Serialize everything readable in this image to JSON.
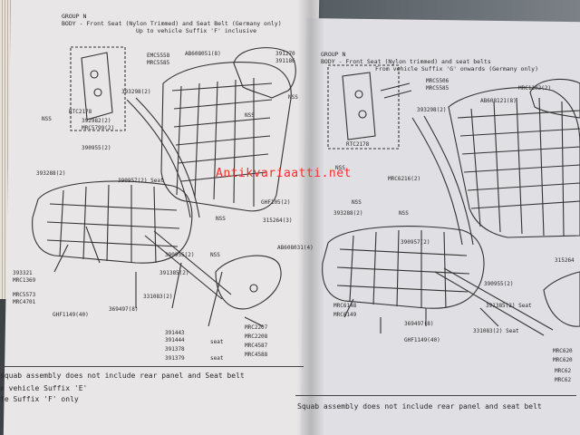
{
  "watermark": "Antikvariaatti.net",
  "left_page": {
    "group": "GROUP N",
    "title": "BODY - Front Seat (Nylon Trimmed) and  Seat Belt   (Germany only)",
    "subtitle": "Up to vehicle Suffix 'F' inclusive",
    "callouts": [
      "391270",
      "391186",
      "EMC5558",
      "MRC5585",
      "AB608051(8)",
      "393298(2)",
      "NSS",
      "NSS",
      "RTC2178",
      "392982(2)",
      "MRC5799(2)",
      "390955(2)",
      "NSS",
      "393288(2)",
      "390957(2) Seat",
      "GHF105(2)",
      "315264(3)",
      "NSS",
      "390955(2)",
      "NSS",
      "AB608031(4)",
      "391385(2)",
      "331083(2)",
      "369497(8)",
      "393321",
      "MRC1369",
      "MRC5573",
      "MRC4701",
      "GHF1149(40)",
      "391443",
      "391444",
      "391378",
      "391379",
      "seat",
      "seat",
      "MRC2207",
      "MRC2208",
      "MRC4587",
      "MRC4588"
    ],
    "notes": [
      "squab assembly does not include rear panel and Seat belt",
      "e vehicle Suffix 'E'",
      "fe Suffix 'F' only"
    ]
  },
  "right_page": {
    "group": "GROUP N",
    "title": "BODY - Front Seat (Nylon trimmed) and seat belts",
    "subtitle": "From vehicle Suffix 'G' onwards (Germany only)",
    "callouts": [
      "MRC5506",
      "MRC5585",
      "AB608121(8)",
      "MRC1102(2)",
      "393298(2)",
      "RTC2178",
      "NSS",
      "MRC6216(2)",
      "NSS",
      "NSS",
      "393288(2)",
      "390957(2)",
      "315264",
      "390955(2)",
      "MRC6148",
      "MRC6149",
      "369497(8)",
      "391385(2) Seat",
      "331083(2) Seat",
      "GHF1149(40)",
      "MRC620",
      "MRC620",
      "MRC62",
      "MRC62"
    ],
    "notes": [
      "Squab assembly does not include rear panel and seat belt"
    ]
  }
}
